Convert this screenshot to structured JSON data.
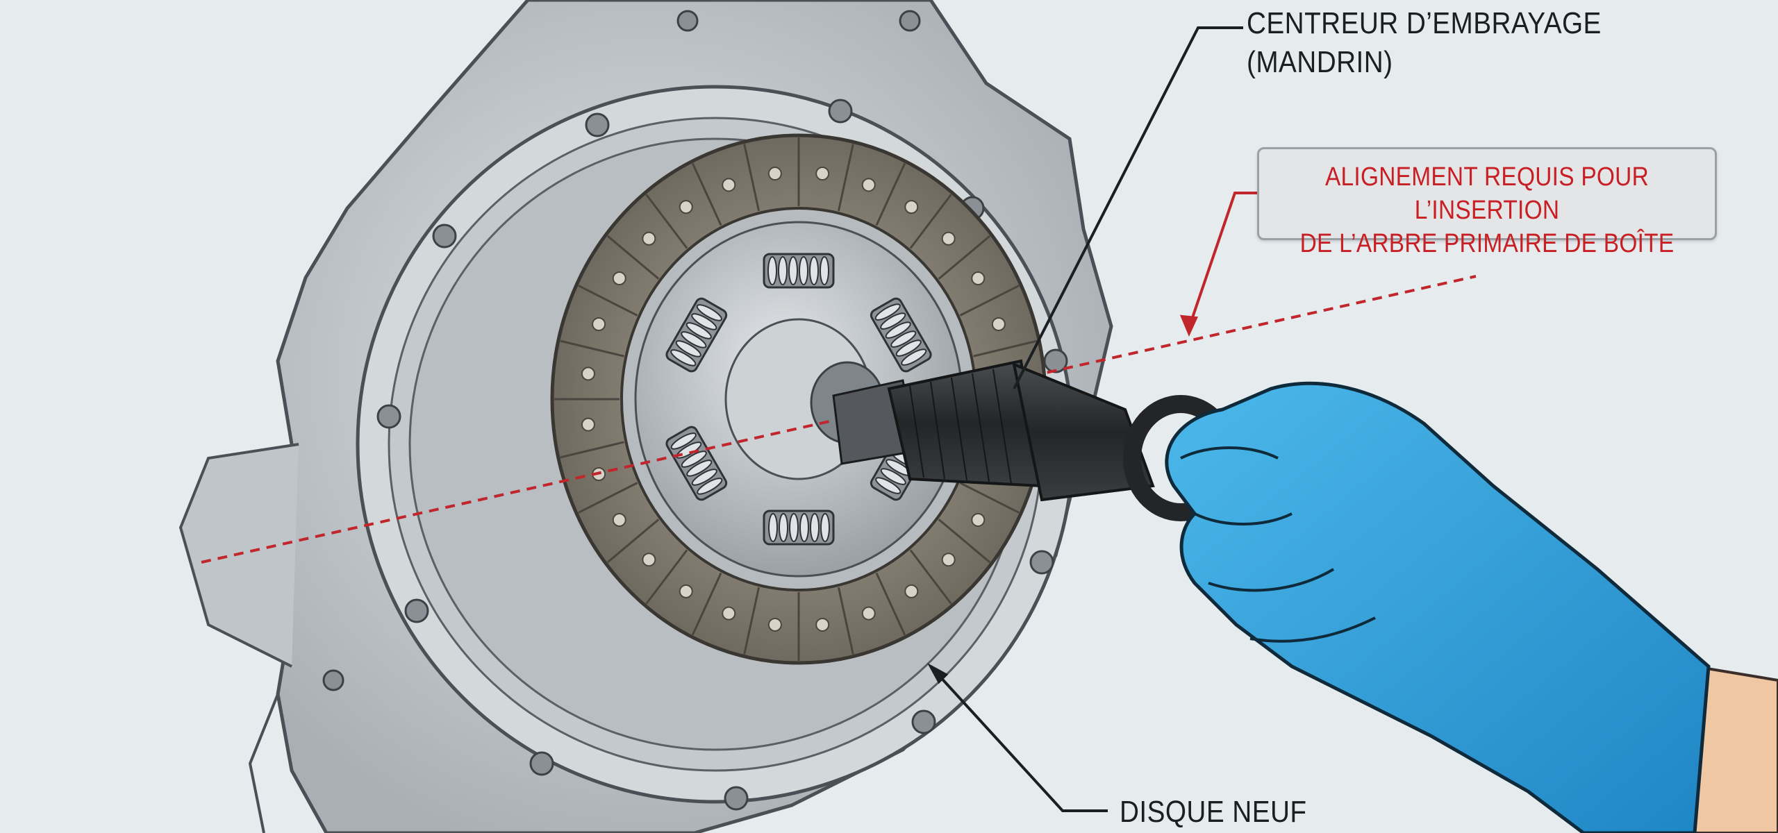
{
  "labels": {
    "clutch_tool_line1": "CENTREUR D’EMBRAYAGE",
    "clutch_tool_line2": "(MANDRIN)",
    "new_disc": "DISQUE NEUF",
    "alignment_line1": "ALIGNEMENT REQUIS POUR L’INSERTION",
    "alignment_line2": "DE L’ARBRE PRIMAIRE DE BOÎTE"
  },
  "colors": {
    "background": "#e6ebee",
    "housing": "#c9ced2",
    "friction_lining": "#7c766a",
    "hub": "#aeb4b8",
    "tool": "#2a2c2e",
    "glove": "#2f9fd8",
    "axis_line": "#c0262b",
    "callout_text": "#c81f24"
  },
  "icons": {
    "housing": "bellhousing-illustration",
    "disc": "clutch-disc-illustration",
    "tool": "alignment-tool-illustration",
    "hand": "gloved-hand-illustration"
  }
}
